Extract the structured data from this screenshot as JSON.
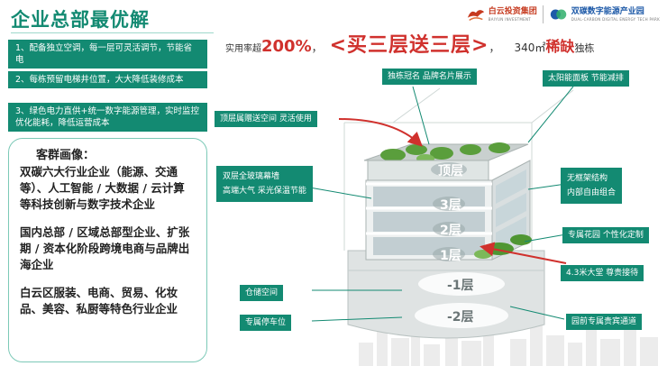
{
  "header": {
    "title": "企业总部最优解"
  },
  "logos": {
    "baiyun": {
      "cn": "白云投资集团",
      "en": "BAIYUN INVESTMENT",
      "color": "#c63a1f"
    },
    "partner": {
      "cn": "双碳数字能源产业园",
      "en": "DUAL-CARBON DIGITAL ENERGY TECH PARK",
      "color": "#1e5aa8"
    }
  },
  "headline": {
    "rate_label": "实用率超",
    "rate_value": "200%",
    "sep1": "，",
    "offer": "<买三层送三层>",
    "sep2": "，",
    "area": "340㎡",
    "scarce": "稀缺",
    "type": "独栋"
  },
  "features": [
    "1、配备独立空调，每一层可灵活调节，节能省电",
    "2、每栋预留电梯井位置，大大降低装修成本",
    "3、绿色电力直供+统一数字能源管理，实时监控优化能耗，降低运营成本"
  ],
  "audience": {
    "title": "客群画像：",
    "paragraphs": [
      "双碳六大行业企业（能源、交通等）、人工智能 / 大数据 / 云计算等科技创新与数字技术企业",
      "国内总部 / 区域总部型企业、扩张期 / 资本化阶段跨境电商与品牌出海企业",
      "白云区服装、电商、贸易、化妆品、美容、私厨等特色行业企业"
    ]
  },
  "callouts": {
    "naming": "独栋冠名 品牌名片展示",
    "solar": "太阳能面板 节能减排",
    "rooftop": "顶层属赠送空间 灵活使用",
    "glass_line1": "双层全玻璃幕墙",
    "glass_line2": "高端大气 采光保温节能",
    "frameless_line1": "无框架结构",
    "frameless_line2": "内部自由组合",
    "garden": "专属花园 个性化定制",
    "lobby": "4.3米大堂 尊贵接待",
    "storage": "仓储空间",
    "parking": "专属停车位",
    "vip": "园前专属贵宾通道"
  },
  "floors": {
    "top": "顶层",
    "f3": "3层",
    "f2": "2层",
    "f1": "1层",
    "b1": "-1层",
    "b2": "-2层"
  },
  "colors": {
    "brand_green": "#138a72",
    "accent_red": "#d0312d",
    "panel_border": "#7cc9b7"
  }
}
